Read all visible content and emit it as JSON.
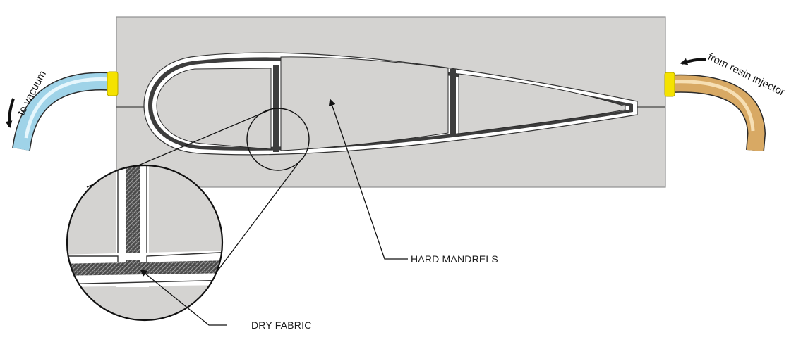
{
  "labels": {
    "vacuum": "to vacuum",
    "resin": "from resin injector",
    "mandrels": "HARD MANDRELS",
    "fabric": "DRY FABRIC"
  },
  "colors": {
    "mold": "#d4d3d1",
    "mold_edge": "#9a9a9a",
    "laminate": "#3d3d3d",
    "gap": "#ffffff",
    "vacuum_pipe": "#9fd3e8",
    "resin_pipe": "#d8a964",
    "fitting": "#f5e200",
    "line": "#111111"
  }
}
